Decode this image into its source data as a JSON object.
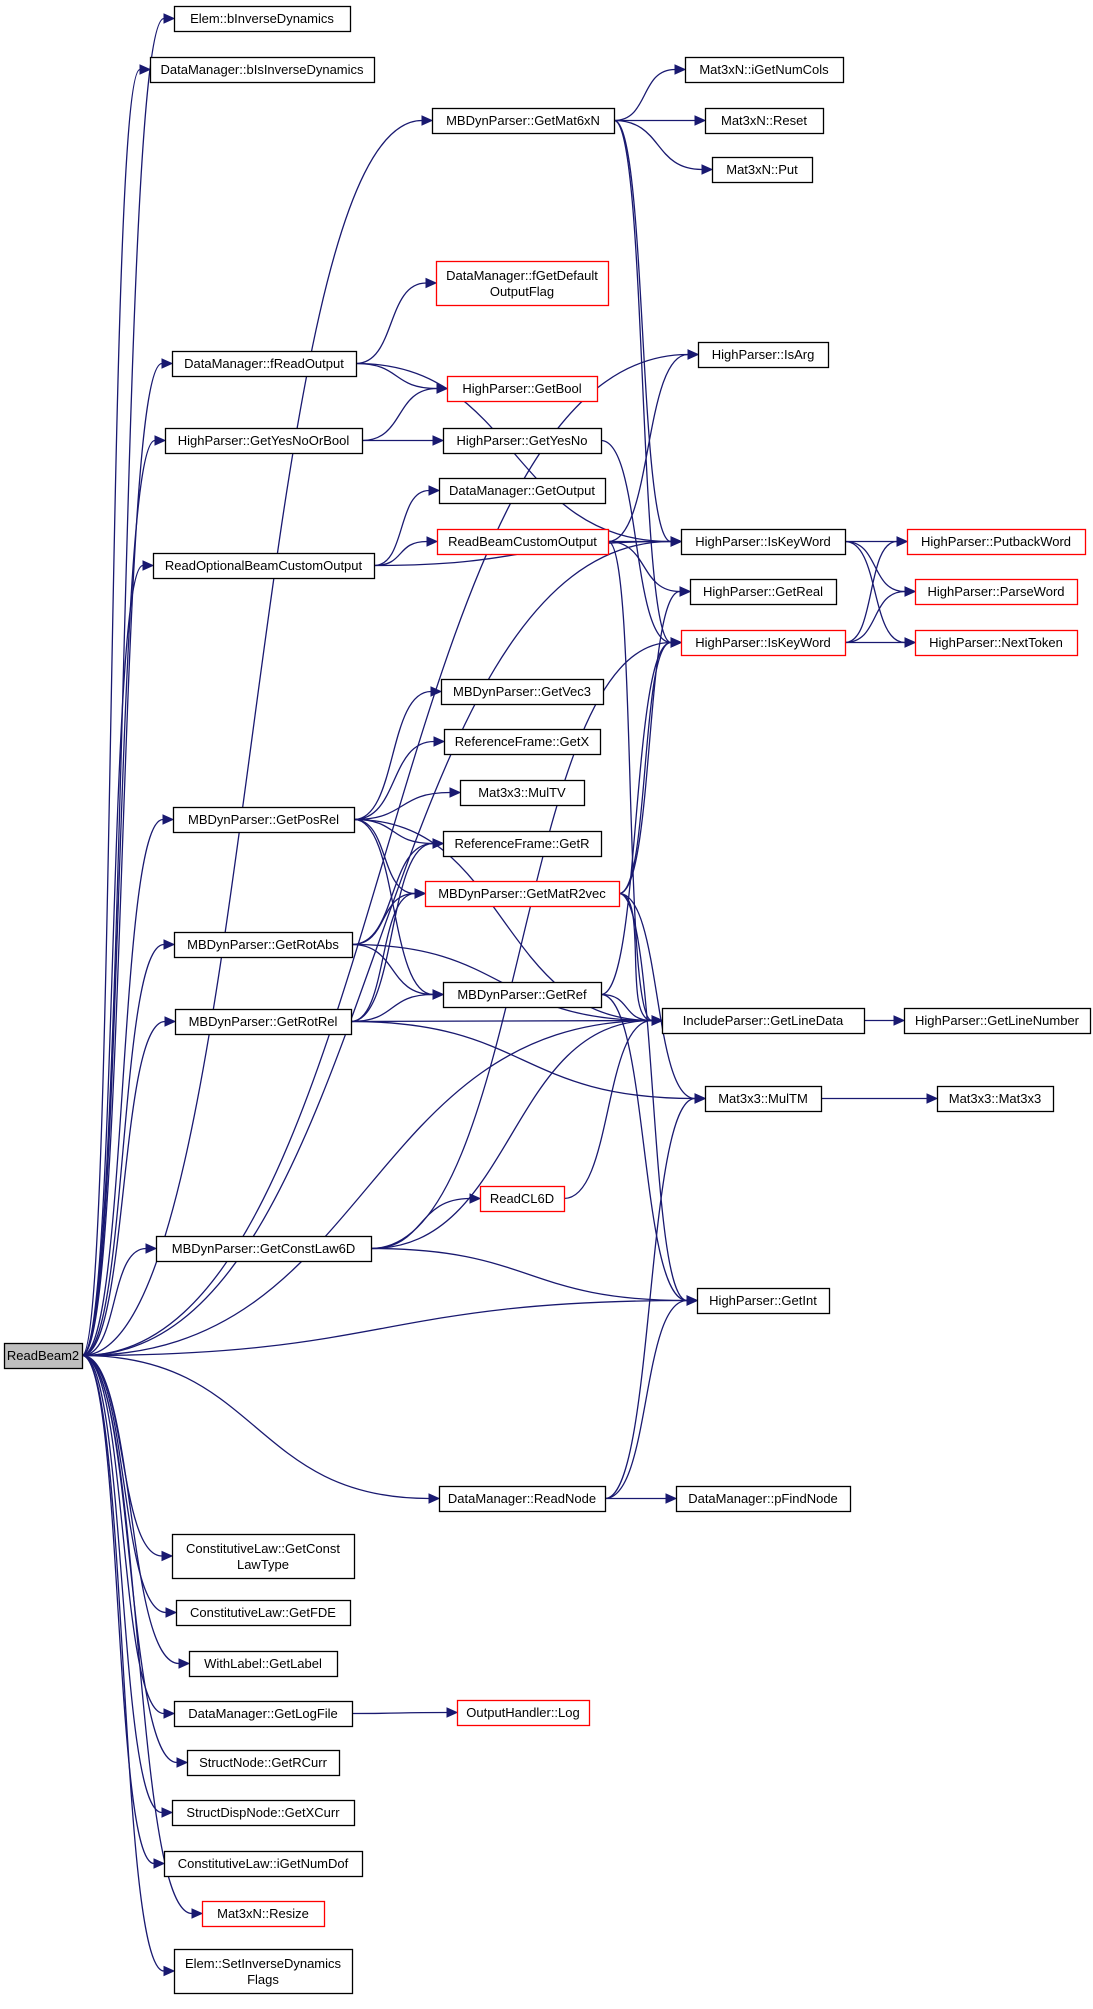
{
  "colors": {
    "edge": "#191970",
    "node_border": "#000000",
    "node_border_truncated": "#ff0000",
    "root_fill": "#bfbfbf"
  },
  "nodes": [
    {
      "id": "ReadBeam2",
      "label": "ReadBeam2",
      "root": true
    },
    {
      "id": "bInvDyn",
      "label": "Elem::bInverseDynamics"
    },
    {
      "id": "bIsInvDyn",
      "label": "DataManager::bIsInverseDynamics"
    },
    {
      "id": "GetMat6xN",
      "label": "MBDynParser::GetMat6xN"
    },
    {
      "id": "fGetDefOut",
      "label": "DataManager::fGetDefault OutputFlag",
      "red": true
    },
    {
      "id": "fReadOutput",
      "label": "DataManager::fReadOutput"
    },
    {
      "id": "GetYesNoOrBool",
      "label": "HighParser::GetYesNoOrBool"
    },
    {
      "id": "GetBool",
      "label": "HighParser::GetBool",
      "red": true
    },
    {
      "id": "GetYesNo",
      "label": "HighParser::GetYesNo"
    },
    {
      "id": "GetOutput",
      "label": "DataManager::GetOutput"
    },
    {
      "id": "ReadOptBCO",
      "label": "ReadOptionalBeamCustomOutput"
    },
    {
      "id": "ReadBCO",
      "label": "ReadBeamCustomOutput",
      "red": true
    },
    {
      "id": "GetVec3",
      "label": "MBDynParser::GetVec3"
    },
    {
      "id": "RFGetX",
      "label": "ReferenceFrame::GetX"
    },
    {
      "id": "MulTV",
      "label": "Mat3x3::MulTV"
    },
    {
      "id": "GetPosRel",
      "label": "MBDynParser::GetPosRel"
    },
    {
      "id": "RFGetR",
      "label": "ReferenceFrame::GetR"
    },
    {
      "id": "GetMatR2vec",
      "label": "MBDynParser::GetMatR2vec",
      "red": true
    },
    {
      "id": "GetRotAbs",
      "label": "MBDynParser::GetRotAbs"
    },
    {
      "id": "GetRef",
      "label": "MBDynParser::GetRef"
    },
    {
      "id": "GetRotRel",
      "label": "MBDynParser::GetRotRel"
    },
    {
      "id": "ReadCL6D",
      "label": "ReadCL6D",
      "red": true
    },
    {
      "id": "GetConstLaw6D",
      "label": "MBDynParser::GetConstLaw6D"
    },
    {
      "id": "ReadNode",
      "label": "DataManager::ReadNode"
    },
    {
      "id": "CLGetConstLawType",
      "label": "ConstitutiveLaw::GetConst LawType"
    },
    {
      "id": "CLGetFDE",
      "label": "ConstitutiveLaw::GetFDE"
    },
    {
      "id": "WLGetLabel",
      "label": "WithLabel::GetLabel"
    },
    {
      "id": "GetLogFile",
      "label": "DataManager::GetLogFile"
    },
    {
      "id": "SNGetRCurr",
      "label": "StructNode::GetRCurr"
    },
    {
      "id": "SDNGetXCurr",
      "label": "StructDispNode::GetXCurr"
    },
    {
      "id": "CLiGetNumDof",
      "label": "ConstitutiveLaw::iGetNumDof"
    },
    {
      "id": "M3xNResize",
      "label": "Mat3xN::Resize",
      "red": true
    },
    {
      "id": "ElemSetInvDyn",
      "label": "Elem::SetInverseDynamics Flags"
    },
    {
      "id": "iGetNumCols",
      "label": "Mat3xN::iGetNumCols"
    },
    {
      "id": "M3xNReset",
      "label": "Mat3xN::Reset"
    },
    {
      "id": "M3xNPut",
      "label": "Mat3xN::Put"
    },
    {
      "id": "IsArg",
      "label": "HighParser::IsArg"
    },
    {
      "id": "IsKeyWordA",
      "label": "HighParser::IsKeyWord"
    },
    {
      "id": "GetReal",
      "label": "HighParser::GetReal"
    },
    {
      "id": "IsKeyWordB",
      "label": "HighParser::IsKeyWord",
      "red": true
    },
    {
      "id": "GetLineData",
      "label": "IncludeParser::GetLineData"
    },
    {
      "id": "MulTM",
      "label": "Mat3x3::MulTM"
    },
    {
      "id": "GetInt",
      "label": "HighParser::GetInt"
    },
    {
      "id": "pFindNode",
      "label": "DataManager::pFindNode"
    },
    {
      "id": "OHLog",
      "label": "OutputHandler::Log",
      "red": true
    },
    {
      "id": "PutbackWord",
      "label": "HighParser::PutbackWord",
      "red": true
    },
    {
      "id": "ParseWord",
      "label": "HighParser::ParseWord",
      "red": true
    },
    {
      "id": "NextToken",
      "label": "HighParser::NextToken",
      "red": true
    },
    {
      "id": "GetLineNumber",
      "label": "HighParser::GetLineNumber"
    },
    {
      "id": "Mat3x3ctor",
      "label": "Mat3x3::Mat3x3"
    }
  ],
  "edges": [
    [
      "ReadBeam2",
      "bInvDyn"
    ],
    [
      "ReadBeam2",
      "bIsInvDyn"
    ],
    [
      "ReadBeam2",
      "GetMat6xN"
    ],
    [
      "ReadBeam2",
      "IsArg"
    ],
    [
      "ReadBeam2",
      "IsKeyWordA"
    ],
    [
      "ReadBeam2",
      "fReadOutput"
    ],
    [
      "ReadBeam2",
      "GetYesNoOrBool"
    ],
    [
      "ReadBeam2",
      "ReadOptBCO"
    ],
    [
      "ReadBeam2",
      "GetPosRel"
    ],
    [
      "ReadBeam2",
      "GetRotAbs"
    ],
    [
      "ReadBeam2",
      "GetRotRel"
    ],
    [
      "ReadBeam2",
      "GetConstLaw6D"
    ],
    [
      "ReadBeam2",
      "GetLineData"
    ],
    [
      "ReadBeam2",
      "GetInt"
    ],
    [
      "ReadBeam2",
      "ReadNode"
    ],
    [
      "ReadBeam2",
      "CLGetConstLawType"
    ],
    [
      "ReadBeam2",
      "CLGetFDE"
    ],
    [
      "ReadBeam2",
      "WLGetLabel"
    ],
    [
      "ReadBeam2",
      "GetLogFile"
    ],
    [
      "ReadBeam2",
      "SNGetRCurr"
    ],
    [
      "ReadBeam2",
      "SDNGetXCurr"
    ],
    [
      "ReadBeam2",
      "CLiGetNumDof"
    ],
    [
      "ReadBeam2",
      "M3xNResize"
    ],
    [
      "ReadBeam2",
      "ElemSetInvDyn"
    ],
    [
      "GetMat6xN",
      "iGetNumCols"
    ],
    [
      "GetMat6xN",
      "M3xNReset"
    ],
    [
      "GetMat6xN",
      "M3xNPut"
    ],
    [
      "GetMat6xN",
      "IsKeyWordA"
    ],
    [
      "GetMat6xN",
      "IsKeyWordB"
    ],
    [
      "fReadOutput",
      "fGetDefOut"
    ],
    [
      "fReadOutput",
      "GetBool"
    ],
    [
      "fReadOutput",
      "IsKeyWordA"
    ],
    [
      "GetYesNoOrBool",
      "GetBool"
    ],
    [
      "GetYesNoOrBool",
      "GetYesNo"
    ],
    [
      "GetYesNo",
      "IsKeyWordB"
    ],
    [
      "ReadOptBCO",
      "GetOutput"
    ],
    [
      "ReadOptBCO",
      "ReadBCO"
    ],
    [
      "ReadOptBCO",
      "IsKeyWordA"
    ],
    [
      "ReadBCO",
      "IsArg"
    ],
    [
      "ReadBCO",
      "IsKeyWordA"
    ],
    [
      "ReadBCO",
      "GetReal"
    ],
    [
      "ReadBCO",
      "GetLineData"
    ],
    [
      "GetPosRel",
      "GetVec3"
    ],
    [
      "GetPosRel",
      "RFGetX"
    ],
    [
      "GetPosRel",
      "MulTV"
    ],
    [
      "GetPosRel",
      "RFGetR"
    ],
    [
      "GetPosRel",
      "GetMatR2vec"
    ],
    [
      "GetPosRel",
      "GetRef"
    ],
    [
      "GetPosRel",
      "GetLineData"
    ],
    [
      "GetRotAbs",
      "RFGetR"
    ],
    [
      "GetRotAbs",
      "GetMatR2vec"
    ],
    [
      "GetRotAbs",
      "GetRef"
    ],
    [
      "GetRotAbs",
      "GetLineData"
    ],
    [
      "GetRotRel",
      "RFGetR"
    ],
    [
      "GetRotRel",
      "GetMatR2vec"
    ],
    [
      "GetRotRel",
      "GetRef"
    ],
    [
      "GetRotRel",
      "GetLineData"
    ],
    [
      "GetRotRel",
      "MulTM"
    ],
    [
      "GetMatR2vec",
      "GetReal"
    ],
    [
      "GetMatR2vec",
      "IsKeyWordB"
    ],
    [
      "GetMatR2vec",
      "GetLineData"
    ],
    [
      "GetMatR2vec",
      "MulTM"
    ],
    [
      "GetMatR2vec",
      "GetInt"
    ],
    [
      "GetRef",
      "IsKeyWordB"
    ],
    [
      "GetRef",
      "GetLineData"
    ],
    [
      "GetRef",
      "GetInt"
    ],
    [
      "GetConstLaw6D",
      "IsKeyWordB"
    ],
    [
      "GetConstLaw6D",
      "ReadCL6D"
    ],
    [
      "GetConstLaw6D",
      "GetLineData"
    ],
    [
      "GetConstLaw6D",
      "GetInt"
    ],
    [
      "ReadCL6D",
      "GetLineData"
    ],
    [
      "ReadNode",
      "pFindNode"
    ],
    [
      "ReadNode",
      "MulTM"
    ],
    [
      "ReadNode",
      "GetInt"
    ],
    [
      "GetLogFile",
      "OHLog"
    ],
    [
      "IsKeyWordA",
      "PutbackWord"
    ],
    [
      "IsKeyWordA",
      "ParseWord"
    ],
    [
      "IsKeyWordA",
      "NextToken"
    ],
    [
      "IsKeyWordB",
      "PutbackWord"
    ],
    [
      "IsKeyWordB",
      "ParseWord"
    ],
    [
      "IsKeyWordB",
      "NextToken"
    ],
    [
      "GetLineData",
      "GetLineNumber"
    ],
    [
      "MulTM",
      "Mat3x3ctor"
    ]
  ]
}
